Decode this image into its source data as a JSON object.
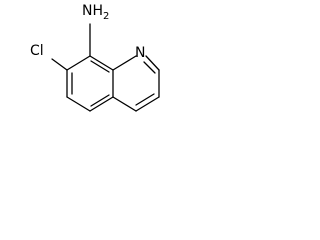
{
  "molecule": {
    "atom_labels": {
      "amine": "NH2",
      "chloro": "Cl",
      "ring_nitrogen": "N"
    }
  }
}
